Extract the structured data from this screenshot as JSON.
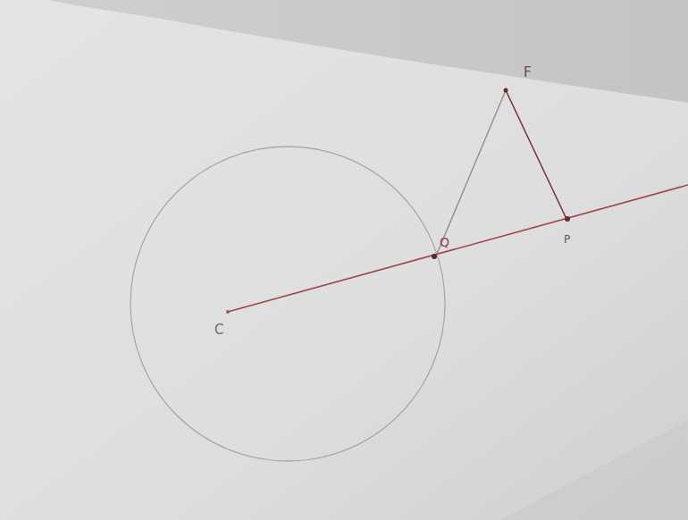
{
  "diagram": {
    "labels": [
      "F",
      "Q",
      "P",
      "C"
    ]
  }
}
